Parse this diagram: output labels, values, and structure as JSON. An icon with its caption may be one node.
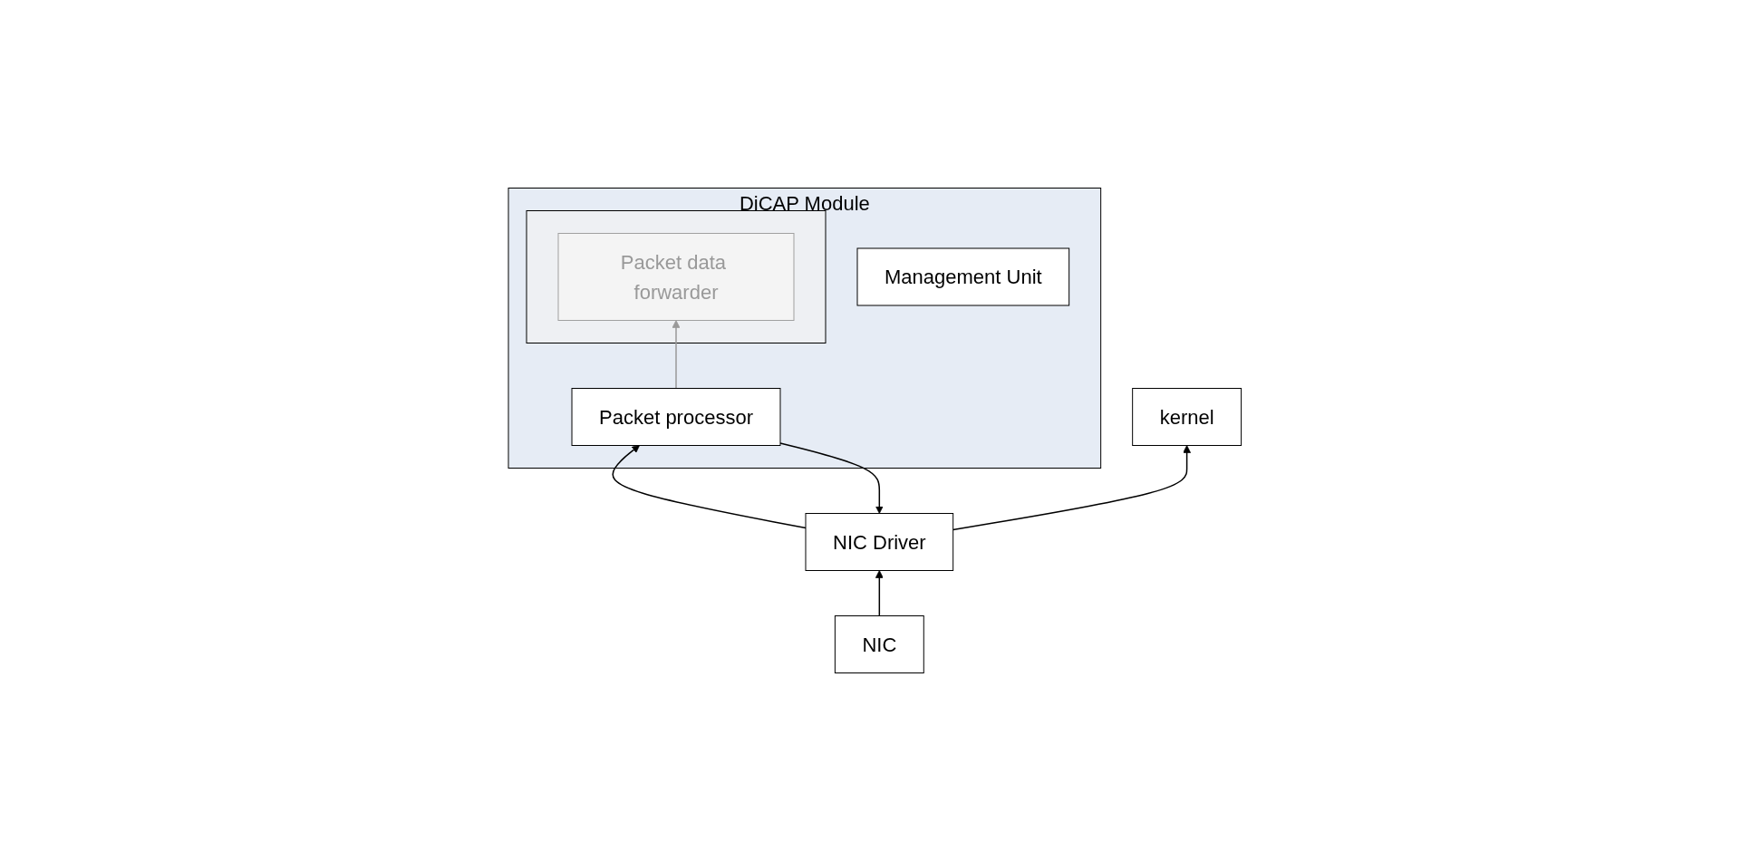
{
  "diagram": {
    "nodes": [
      {
        "text": [
          "kernel"
        ]
      },
      {
        "text": [
          "NIC Driver"
        ]
      },
      {
        "text": [
          "NIC"
        ]
      },
      {
        "text": [
          "DiCAP Module"
        ]
      },
      {
        "text": [
          "Management Unit"
        ],
        "in": 3
      },
      {
        "text": [
          "Packet processor"
        ],
        "in": 3
      },
      {
        "text": [],
        "shape": "box",
        "in": 3
      },
      {
        "text": [
          "Packet data forwarder"
        ],
        "in": 6
      }
    ],
    "edges": [
      {
        "from": 1,
        "to": 0,
        "arrow": "to"
      },
      {
        "from": 2,
        "to": 1,
        "arrow": "to"
      },
      {
        "from": 5,
        "to": 1,
        "arrow": "to"
      },
      {
        "from": 1,
        "to": 5,
        "arrow": "to"
      },
      {
        "from": 5,
        "to": 7,
        "arrow": "to",
        "color": "#999999"
      }
    ]
  }
}
